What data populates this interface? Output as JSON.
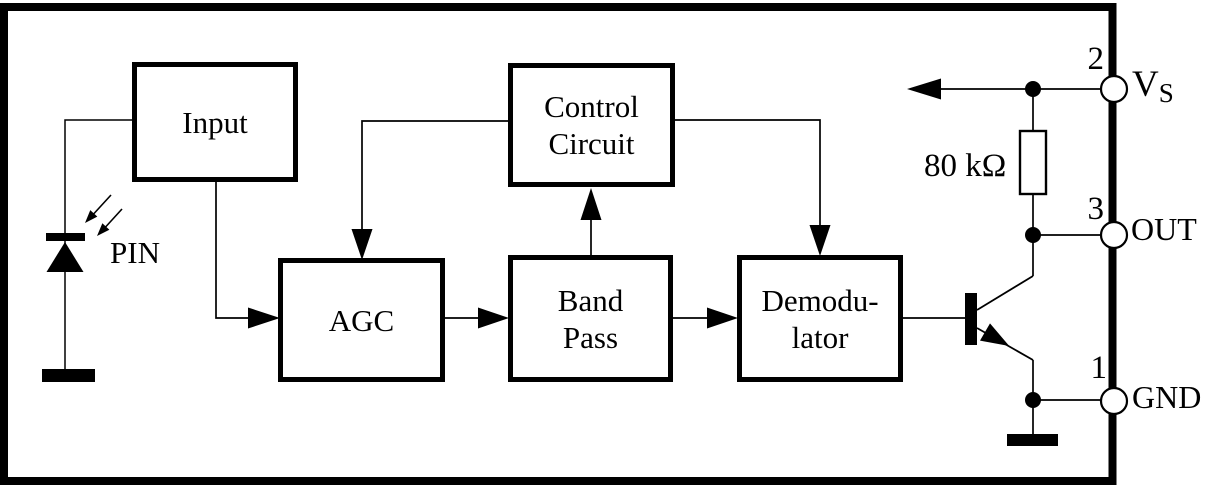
{
  "blocks": {
    "input": {
      "label": "Input"
    },
    "agc": {
      "label": "AGC"
    },
    "band_pass": {
      "line1": "Band",
      "line2": "Pass"
    },
    "control_circuit": {
      "line1": "Control",
      "line2": "Circuit"
    },
    "demodulator": {
      "line1": "Demodu-",
      "line2": "lator"
    }
  },
  "components": {
    "photodiode_label": "PIN",
    "resistor_value": "80 kΩ"
  },
  "pins": {
    "vs": {
      "number": "2",
      "label": "V",
      "label_subscript": "S"
    },
    "out": {
      "number": "3",
      "label": "OUT"
    },
    "gnd": {
      "number": "1",
      "label": "GND"
    }
  },
  "colors": {
    "line": "#000000",
    "background": "#ffffff",
    "text": "#000000"
  }
}
